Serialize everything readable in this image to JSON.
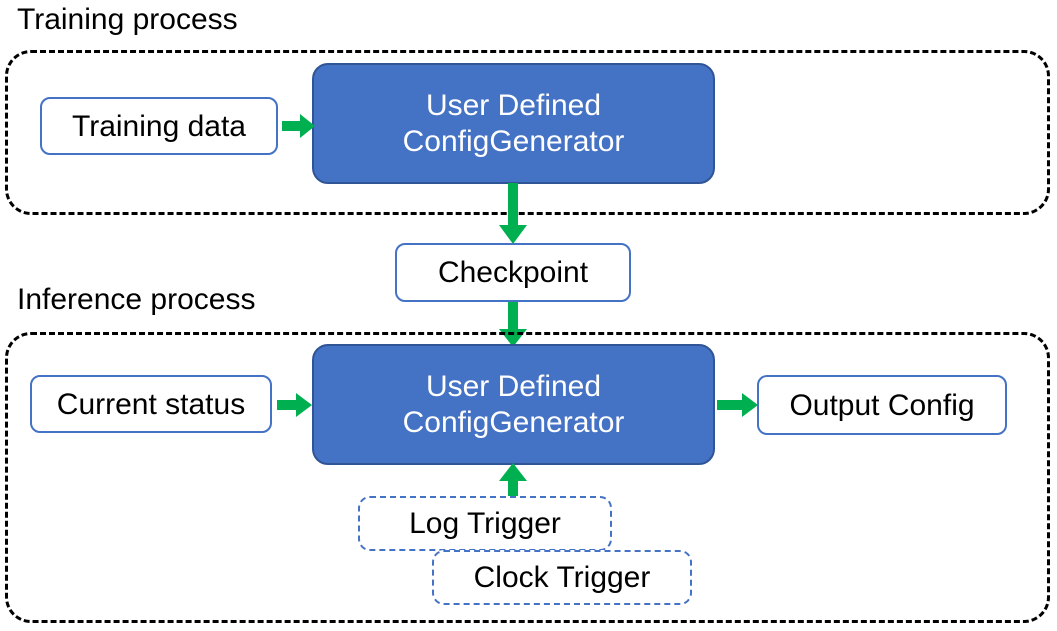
{
  "diagram": {
    "title_training": "Training process",
    "title_inference": "Inference process",
    "colors": {
      "accent_blue": "#4472C4",
      "blue_border": "#2F5597",
      "arrow_green": "#00B050",
      "container_dash": "#000000",
      "text_dark": "#000000",
      "text_light": "#FFFFFF",
      "background": "#FFFFFF"
    },
    "training_section": {
      "caption": "Training process",
      "nodes": [
        {
          "id": "training-data",
          "label": "Training data",
          "style": "outline"
        },
        {
          "id": "training-config-generator",
          "label": "User Defined ConfigGenerator",
          "line1": "User Defined",
          "line2": "ConfigGenerator",
          "style": "filled"
        }
      ]
    },
    "bridge": {
      "nodes": [
        {
          "id": "checkpoint",
          "label": "Checkpoint",
          "style": "outline"
        }
      ]
    },
    "inference_section": {
      "caption": "Inference process",
      "nodes": [
        {
          "id": "current-status",
          "label": "Current status",
          "style": "outline"
        },
        {
          "id": "inference-config-generator",
          "label": "User Defined ConfigGenerator",
          "line1": "User Defined",
          "line2": "ConfigGenerator",
          "style": "filled"
        },
        {
          "id": "output-config",
          "label": "Output Config",
          "style": "outline"
        },
        {
          "id": "log-trigger",
          "label": "Log Trigger",
          "style": "dashed-outline"
        },
        {
          "id": "clock-trigger",
          "label": "Clock Trigger",
          "style": "dashed-outline"
        }
      ]
    },
    "arrows": [
      {
        "id": "training-data-to-generator",
        "from": "training-data",
        "to": "training-config-generator",
        "direction": "right"
      },
      {
        "id": "generator-to-checkpoint",
        "from": "training-config-generator",
        "to": "checkpoint",
        "direction": "down"
      },
      {
        "id": "checkpoint-to-inference-generator",
        "from": "checkpoint",
        "to": "inference-config-generator",
        "direction": "down"
      },
      {
        "id": "current-status-to-generator",
        "from": "current-status",
        "to": "inference-config-generator",
        "direction": "right"
      },
      {
        "id": "generator-to-output-config",
        "from": "inference-config-generator",
        "to": "output-config",
        "direction": "right"
      },
      {
        "id": "log-trigger-to-generator",
        "from": "log-trigger",
        "to": "inference-config-generator",
        "direction": "up"
      }
    ]
  }
}
